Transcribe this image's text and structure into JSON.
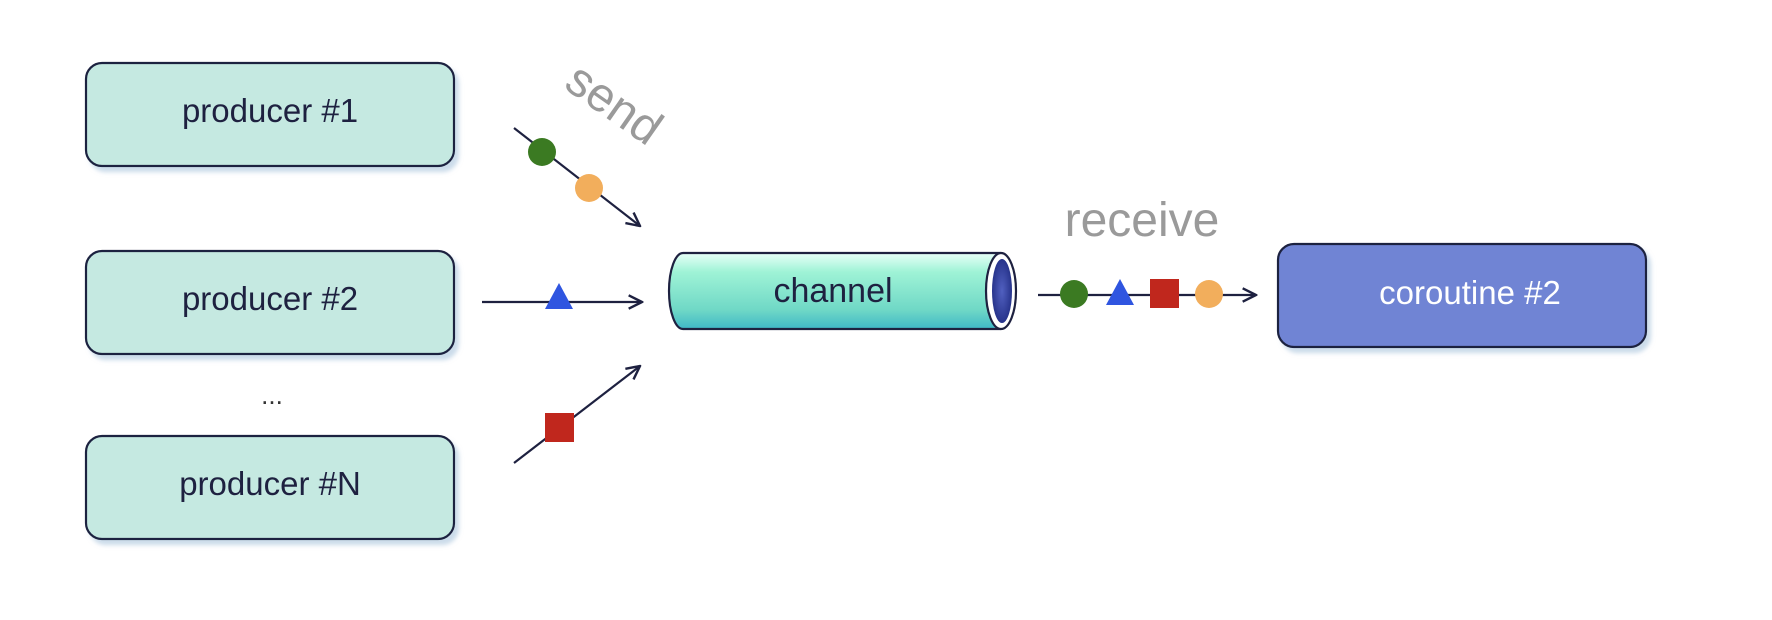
{
  "producers": [
    {
      "label": "producer #1"
    },
    {
      "label": "producer #2"
    },
    {
      "label": "producer #N"
    }
  ],
  "ellipsis": "...",
  "channel": {
    "label": "channel"
  },
  "consumer": {
    "label": "coroutine #2"
  },
  "send_label": "send",
  "receive_label": "receive",
  "colors": {
    "producer_fill": "#c5e9e1",
    "producer_stroke": "#1e2140",
    "consumer_fill": "#6f84d4",
    "channel_fill": "#86ecce",
    "label_gray": "#9a9a9a",
    "green_item": "#3b7a22",
    "orange_item": "#f2ae5c",
    "blue_item": "#2f55e0",
    "red_item": "#c0271d",
    "arrow": "#1e2140"
  },
  "items": {
    "producer_1": [
      "green-circle",
      "orange-circle"
    ],
    "producer_2": [
      "blue-triangle"
    ],
    "producer_n": [
      "red-square"
    ],
    "received_order": [
      "green-circle",
      "blue-triangle",
      "red-square",
      "orange-circle"
    ]
  }
}
